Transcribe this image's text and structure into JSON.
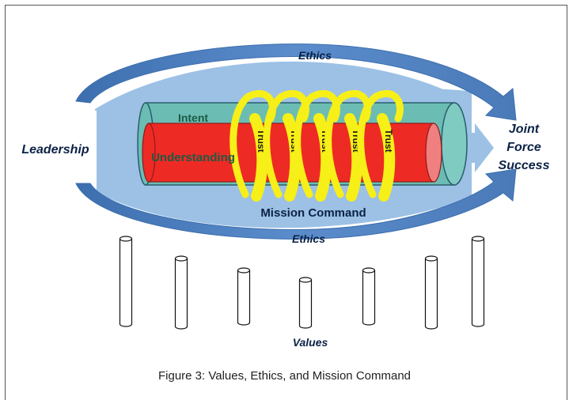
{
  "diagram": {
    "top_arc_label": "Ethics",
    "bottom_arc_label": "Ethics",
    "left_label": "Leadership",
    "right_label_lines": [
      "Joint",
      "Force",
      "Success"
    ],
    "outer_band_label": "Intent",
    "core_label": "Understanding",
    "coil_label": "Trust",
    "coil_labels": [
      "Trust",
      "Trust",
      "Trust",
      "Trust",
      "Trust"
    ],
    "bottom_label": "Mission Command",
    "pillars_label": "Values",
    "pillar_count": 7
  },
  "caption": "Figure 3: Values, Ethics, and Mission Command",
  "colors": {
    "arc_blue": "#4a7ab8",
    "background_shape": "#9cc1e5",
    "outer_cylinder": "#6bbdb4",
    "inner_cylinder": "#ee2a24",
    "inner_cap": "#f07f7f",
    "coil": "#f7ef18",
    "text_green": "#1d5a44",
    "text_navy": "#0b2246"
  }
}
